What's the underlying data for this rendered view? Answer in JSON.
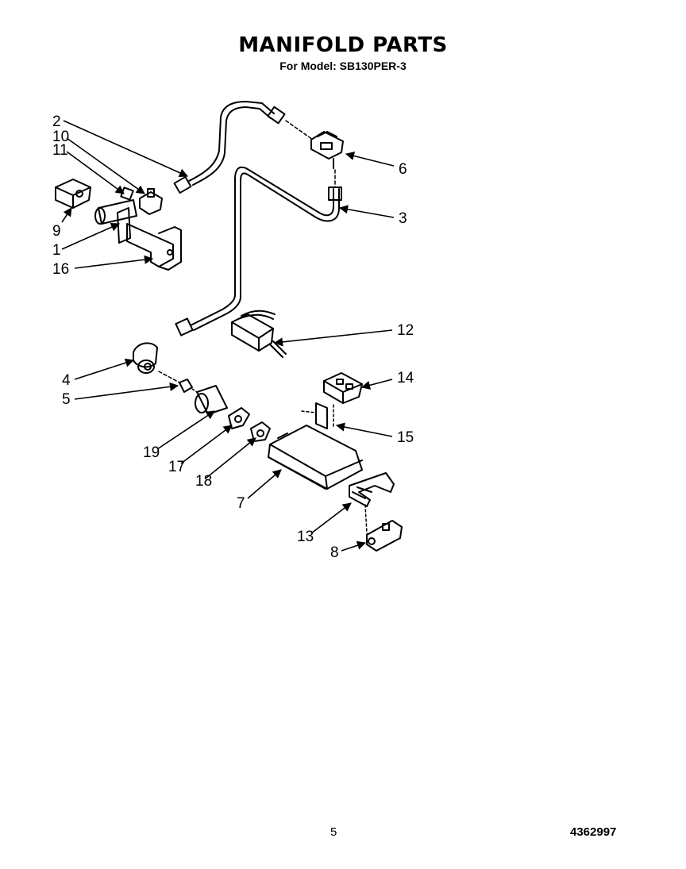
{
  "header": {
    "title": "MANIFOLD PARTS",
    "subtitle": "For Model: SB130PER-3"
  },
  "callouts": {
    "c1": "1",
    "c2": "2",
    "c3": "3",
    "c4": "4",
    "c5": "5",
    "c6": "6",
    "c7": "7",
    "c8": "8",
    "c9": "9",
    "c10": "10",
    "c11": "11",
    "c12": "12",
    "c13": "13",
    "c14": "14",
    "c15": "15",
    "c16": "16",
    "c17": "17",
    "c18": "18",
    "c19": "19"
  },
  "footer": {
    "page_number": "5",
    "document_number": "4362997"
  }
}
